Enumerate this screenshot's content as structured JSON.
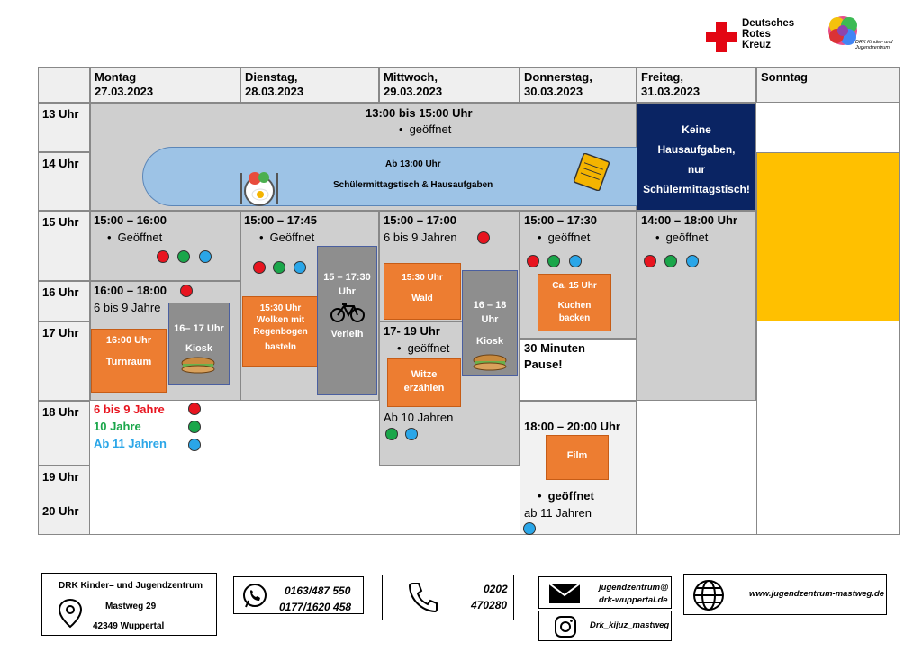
{
  "logos": {
    "drk_line1": "Deutsches",
    "drk_line2": "Rotes",
    "drk_line3": "Kreuz",
    "center_line1": "DRK Kinder- und",
    "center_line2": "Jugendzentrum"
  },
  "days": [
    {
      "name": "Montag",
      "date": "27.03.2023"
    },
    {
      "name": "Dienstag,",
      "date": "28.03.2023"
    },
    {
      "name": "Mittwoch,",
      "date": "29.03.2023"
    },
    {
      "name": "Donnerstag,",
      "date": "30.03.2023"
    },
    {
      "name": "Freitag,",
      "date": "31.03.2023"
    },
    {
      "name": "Sonntag",
      "date": ""
    }
  ],
  "hours": [
    "13 Uhr",
    "14 Uhr",
    "15 Uhr",
    "16 Uhr",
    "17 Uhr",
    "18 Uhr",
    "19 Uhr",
    "20 Uhr"
  ],
  "top_block": {
    "time": "13:00 bis 15:00 Uhr",
    "status": "geöffnet",
    "banner_line1": "Ab 13:00 Uhr",
    "banner_line2": "Schülermittagstisch & Hausaufgaben"
  },
  "friday_top": {
    "line1": "Keine",
    "line2": "Hausaufgaben,",
    "line3": "nur",
    "line4": "Schülermittagstisch!"
  },
  "monday": {
    "time1": "15:00 – 16:00",
    "status1": "Geöffnet",
    "time2": "16:00 – 18:00",
    "age": "6 bis 9 Jahre",
    "turnraum_time": "16:00 Uhr",
    "turnraum_label": "Turnraum",
    "kiosk_time": "16– 17 Uhr",
    "kiosk_label": "Kiosk"
  },
  "legend": {
    "red": "6 bis 9 Jahre",
    "green": "10 Jahre",
    "blue": "Ab 11 Jahren"
  },
  "tuesday": {
    "time": "15:00 – 17:45",
    "status": "Geöffnet",
    "act_time": "15:30 Uhr",
    "act_line1": "Wolken mit",
    "act_line2": "Regenbogen",
    "act_line3": "basteln",
    "verleih_time1": "15 – 17:30",
    "verleih_time2": "Uhr",
    "verleih_label": "Verleih"
  },
  "wednesday": {
    "time": "15:00 – 17:00",
    "age": "6 bis 9 Jahren",
    "wald_time": "15:30 Uhr",
    "wald_label": "Wald",
    "kiosk_time1": "16 – 18",
    "kiosk_time2": "Uhr",
    "kiosk_label": "Kiosk",
    "time2": "17- 19 Uhr",
    "status2": "geöffnet",
    "witze_line1": "Witze",
    "witze_line2": "erzählen",
    "age2": "Ab 10 Jahren"
  },
  "thursday": {
    "time": "15:00 – 17:30",
    "status": "geöffnet",
    "kuchen_time": "Ca. 15 Uhr",
    "kuchen_line1": "Kuchen",
    "kuchen_line2": "backen",
    "pause_line1": "30 Minuten",
    "pause_line2": "Pause!",
    "time2": "18:00 – 20:00 Uhr",
    "film_label": "Film",
    "status2": "geöffnet",
    "age2": "ab 11 Jahren"
  },
  "friday": {
    "time": "14:00 – 18:00 Uhr",
    "status": "geöffnet"
  },
  "footer": {
    "address_line1": "DRK Kinder– und Jugendzentrum",
    "address_line2": "Mastweg 29",
    "address_line3": "42349 Wuppertal",
    "whatsapp1": "0163/487 550",
    "whatsapp2": "0177/1620 458",
    "phone1": "0202",
    "phone2": "470280",
    "email1": "jugendzentrum@",
    "email2": "drk-wuppertal.de",
    "instagram": "Drk_kijuz_mastweg",
    "website": "www.jugendzentrum-mastweg.de"
  },
  "colors": {
    "gray": "#cfcfcf",
    "orange": "#ed7d31",
    "navy": "#0a2463",
    "yellow": "#ffc000",
    "banner_blue": "#9dc3e6",
    "red_dot": "#e8141f",
    "green_dot": "#1aa64a",
    "blue_dot": "#2aa6e8"
  }
}
